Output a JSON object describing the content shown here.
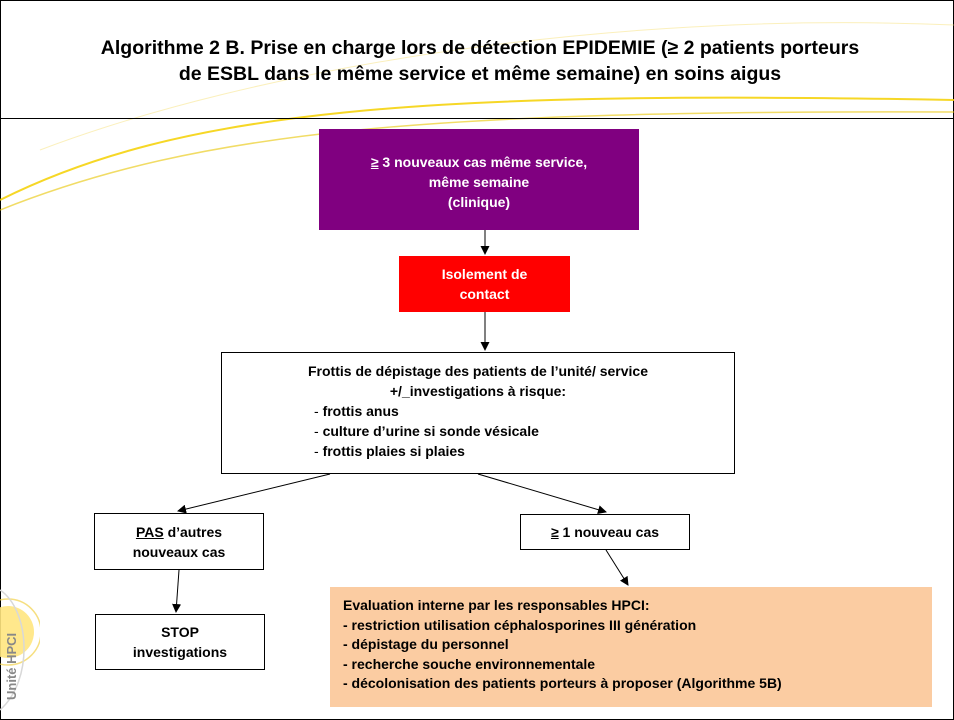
{
  "title": {
    "line1": "Algorithme 2 B. Prise en charge lors de détection EPIDEMIE (≥ 2 patients porteurs",
    "line2": "de ESBL dans le même service et même semaine) en soins aigus"
  },
  "nodes": {
    "trigger": {
      "sign": "≥",
      "line1_rest": " 3 nouveaux cas même service,",
      "line2": "même semaine",
      "line3": "(clinique)"
    },
    "isolation": {
      "line1": "Isolement de",
      "line2": "contact"
    },
    "screening": {
      "line1": "Frottis de dépistage des patients de l’unité/ service",
      "line2": "+/_investigations à risque:",
      "items": [
        "frottis anus",
        "culture d’urine si sonde vésicale",
        "frottis plaies si plaies"
      ]
    },
    "no_new_cases": {
      "emph": "PAS",
      "line1_rest": " d’autres",
      "line2": "nouveaux cas"
    },
    "new_case": {
      "sign": "≥",
      "rest": " 1 nouveau cas"
    },
    "stop": {
      "line1": "STOP",
      "line2": "investigations"
    },
    "evaluation": {
      "header": "Evaluation interne par les responsables HPCI:",
      "items": [
        "- restriction utilisation céphalosporines III génération",
        "- dépistage du personnel",
        "- recherche souche environnementale",
        "- décolonisation des patients porteurs à proposer (Algorithme 5B)"
      ]
    }
  },
  "logo": {
    "text": "Unité HPCI"
  },
  "colors": {
    "trigger": "#800080",
    "isolation": "#ff0000",
    "evaluation": "#fbcca2",
    "swoosh": "#f5d000"
  }
}
